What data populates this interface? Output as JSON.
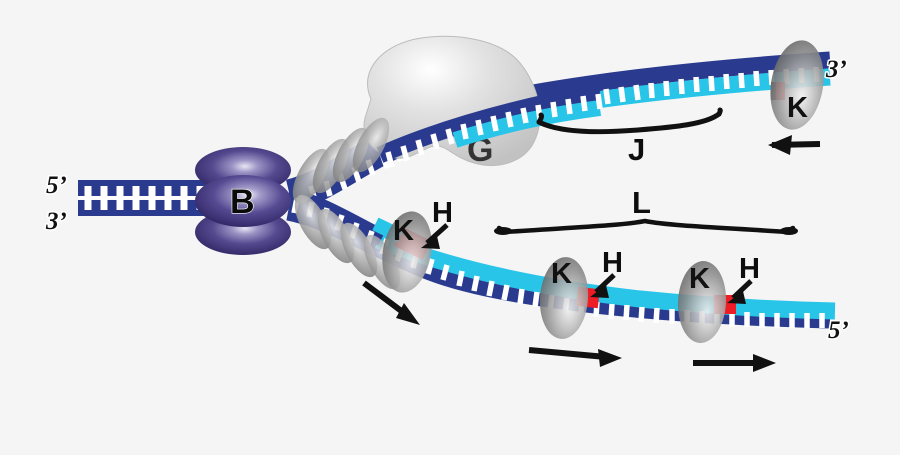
{
  "figure": {
    "title": "DNA replication fork schematic",
    "background_color": "#f5f5f5"
  },
  "colors": {
    "leading_strand_dark_blue": "#2a3b8f",
    "lagging_strand_cyan": "#29c5e8",
    "basepair_tick_white": "#ffffff",
    "helicase_purple": "#4a3f87",
    "ring_gray": "#8c8c8c",
    "polymerase_blob_gray": "#d8d8d8",
    "marker_red": "#ee1c24",
    "label_black": "#111111"
  },
  "labels": {
    "helicase": "B",
    "polymerase_blob": "G",
    "ring_upper": "K",
    "ring_lower_1": "K",
    "ring_lower_2": "K",
    "ring_lower_3": "K",
    "marker_upper_none": "",
    "marker_lower_1": "H",
    "marker_lower_2": "H",
    "marker_lower_3": "H",
    "brace_upper": "J",
    "brace_lower": "L",
    "end_5prime_left_top": "5’",
    "end_3prime_left_bottom": "3’",
    "end_3prime_upper_right": "3’",
    "end_5prime_lower_right": "5’"
  },
  "annotations": {
    "arrow_upper_right": "leftward-arrow",
    "arrow_fork_lower": "diagonal-down-right-arrow",
    "arrow_lower_middle": "rightward-arrow",
    "arrow_lower_right": "rightward-arrow"
  }
}
